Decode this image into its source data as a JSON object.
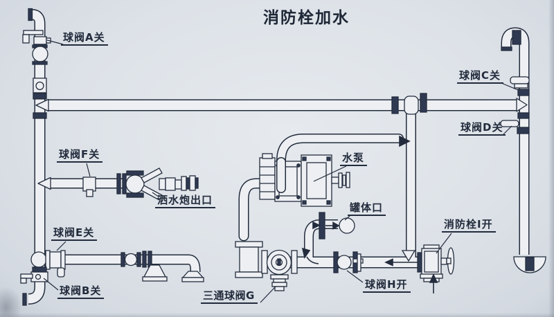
{
  "title": "消防栓加水",
  "labels": {
    "valve_a": "球阀A关",
    "valve_b": "球阀B关",
    "valve_c": "球阀C关",
    "valve_d": "球阀D关",
    "valve_e": "球阀E关",
    "valve_f": "球阀F关",
    "valve_h": "球阀H开",
    "three_way_valve_g": "三通球阀G",
    "hydrant_i": "消防栓I开",
    "water_pump": "水泵",
    "tank_port": "罐体口",
    "cannon_outlet": "洒水炮出口"
  },
  "colors": {
    "ink": "#232c3d",
    "paper": "#dde2e8",
    "pipe_fill": "#edeff2",
    "collar_fill": "#2f3a52"
  },
  "diagram_type": "piping-schematic"
}
